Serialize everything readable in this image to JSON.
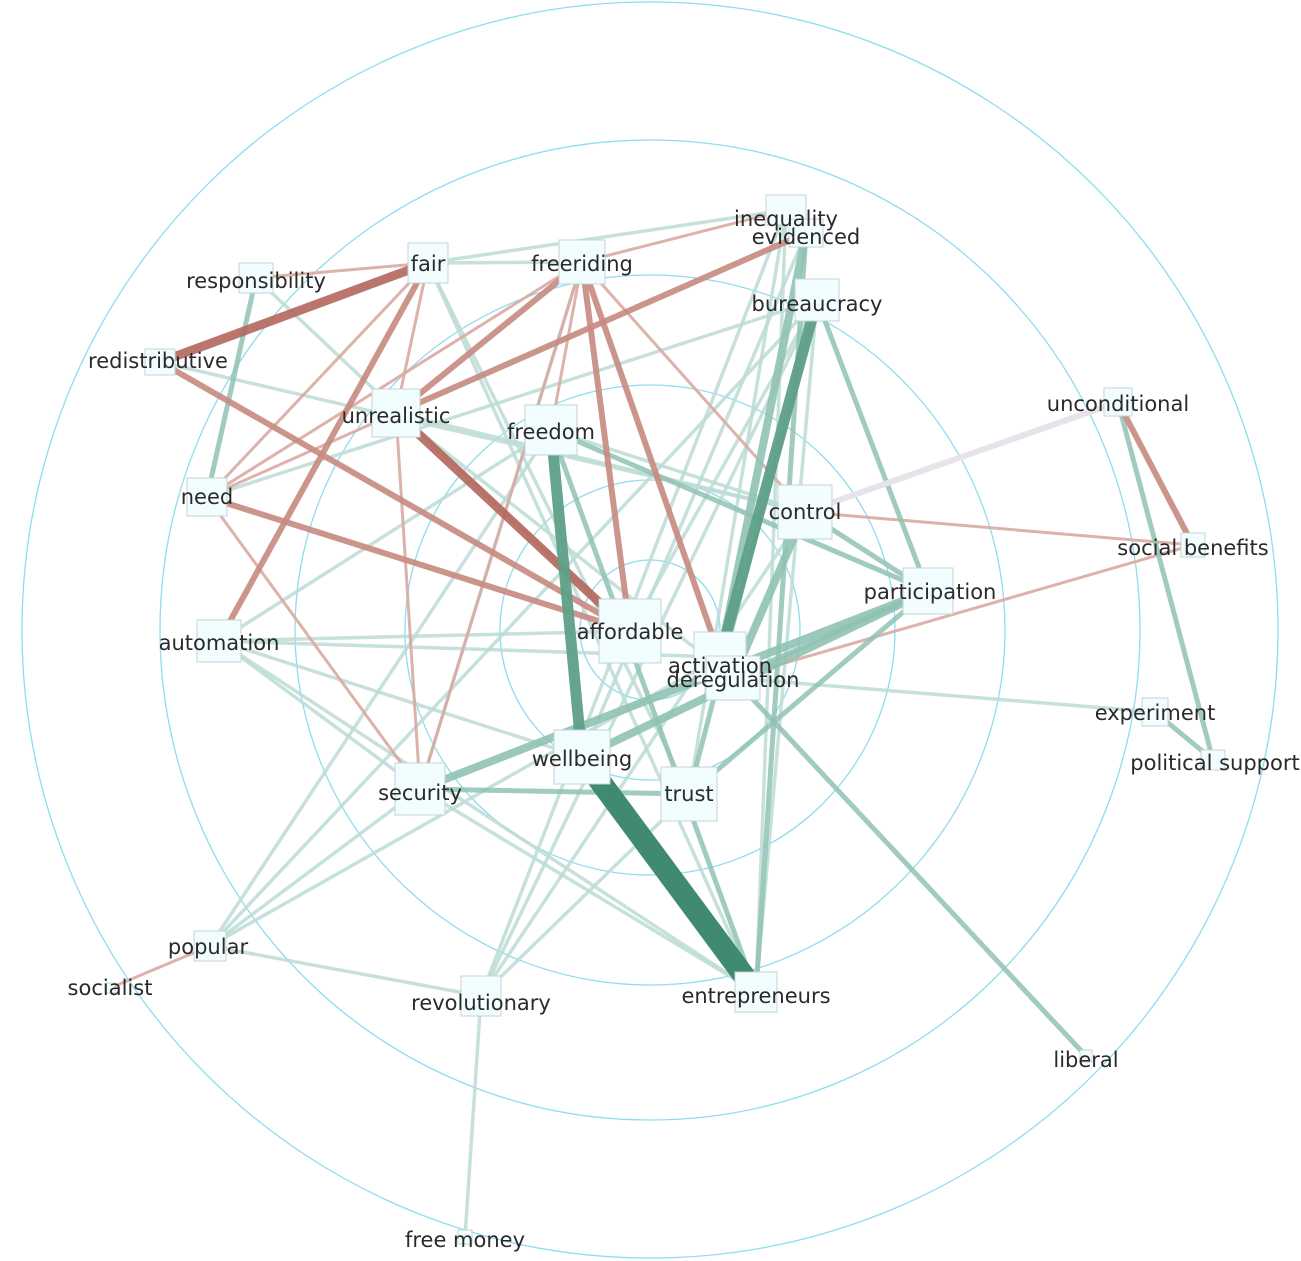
{
  "colors": {
    "positive_light": "#bcdcd5",
    "positive_mid": "#8fc2b3",
    "positive_dark": "#3f8a70",
    "negative_light": "#d9aaa2",
    "negative_mid": "#c68a80",
    "negative_dark": "#b2665c",
    "neutral": "#e8e3ea",
    "ring": "#8fdcf0"
  },
  "nodes": [
    {
      "id": "inequality",
      "label": "inequality"
    },
    {
      "id": "evidenced",
      "label": "evidenced"
    },
    {
      "id": "fair",
      "label": "fair"
    },
    {
      "id": "freeriding",
      "label": "freeriding"
    },
    {
      "id": "responsibility",
      "label": "responsibility"
    },
    {
      "id": "bureaucracy",
      "label": "bureaucracy"
    },
    {
      "id": "redistributive",
      "label": "redistributive"
    },
    {
      "id": "unconditional",
      "label": "unconditional"
    },
    {
      "id": "unrealistic",
      "label": "unrealistic"
    },
    {
      "id": "freedom",
      "label": "freedom"
    },
    {
      "id": "need",
      "label": "need"
    },
    {
      "id": "control",
      "label": "control"
    },
    {
      "id": "social_benefits",
      "label": "social benefits"
    },
    {
      "id": "participation",
      "label": "participation"
    },
    {
      "id": "affordable",
      "label": "affordable"
    },
    {
      "id": "automation",
      "label": "automation"
    },
    {
      "id": "activation",
      "label": "activation"
    },
    {
      "id": "deregulation",
      "label": "deregulation"
    },
    {
      "id": "experiment",
      "label": "experiment"
    },
    {
      "id": "political_support",
      "label": "political support"
    },
    {
      "id": "wellbeing",
      "label": "wellbeing"
    },
    {
      "id": "security",
      "label": "security"
    },
    {
      "id": "trust",
      "label": "trust"
    },
    {
      "id": "popular",
      "label": "popular"
    },
    {
      "id": "socialist",
      "label": "socialist"
    },
    {
      "id": "revolutionary",
      "label": "revolutionary"
    },
    {
      "id": "entrepreneurs",
      "label": "entrepreneurs"
    },
    {
      "id": "liberal",
      "label": "liberal"
    },
    {
      "id": "free_money",
      "label": "free money"
    }
  ],
  "edges": [
    {
      "source": "wellbeing",
      "target": "entrepreneurs",
      "sign": "positive",
      "weight": 5
    },
    {
      "source": "freedom",
      "target": "wellbeing",
      "sign": "positive",
      "weight": 4
    },
    {
      "source": "bureaucracy",
      "target": "activation",
      "sign": "positive",
      "weight": 4
    },
    {
      "source": "evidenced",
      "target": "activation",
      "sign": "positive",
      "weight": 3
    },
    {
      "source": "security",
      "target": "participation",
      "sign": "positive",
      "weight": 3
    },
    {
      "source": "wellbeing",
      "target": "participation",
      "sign": "positive",
      "weight": 3
    },
    {
      "source": "control",
      "target": "deregulation",
      "sign": "positive",
      "weight": 3
    },
    {
      "source": "unconditional",
      "target": "political_support",
      "sign": "positive",
      "weight": 2
    },
    {
      "source": "experiment",
      "target": "political_support",
      "sign": "positive",
      "weight": 2
    },
    {
      "source": "responsibility",
      "target": "need",
      "sign": "positive",
      "weight": 2
    },
    {
      "source": "trust",
      "target": "bureaucracy",
      "sign": "positive",
      "weight": 2
    },
    {
      "source": "security",
      "target": "trust",
      "sign": "positive",
      "weight": 2
    },
    {
      "source": "freedom",
      "target": "entrepreneurs",
      "sign": "positive",
      "weight": 2
    },
    {
      "source": "bureaucracy",
      "target": "participation",
      "sign": "positive",
      "weight": 2
    },
    {
      "source": "control",
      "target": "participation",
      "sign": "positive",
      "weight": 2
    },
    {
      "source": "deregulation",
      "target": "participation",
      "sign": "positive",
      "weight": 2
    },
    {
      "source": "trust",
      "target": "participation",
      "sign": "positive",
      "weight": 2
    },
    {
      "source": "deregulation",
      "target": "liberal",
      "sign": "positive",
      "weight": 2
    },
    {
      "source": "freedom",
      "target": "participation",
      "sign": "positive",
      "weight": 2
    },
    {
      "source": "evidenced",
      "target": "entrepreneurs",
      "sign": "positive",
      "weight": 2
    },
    {
      "source": "bureaucracy",
      "target": "revolutionary",
      "sign": "positive",
      "weight": 1
    },
    {
      "source": "evidenced",
      "target": "wellbeing",
      "sign": "positive",
      "weight": 1
    },
    {
      "source": "popular",
      "target": "activation",
      "sign": "positive",
      "weight": 1
    },
    {
      "source": "popular",
      "target": "revolutionary",
      "sign": "positive",
      "weight": 1
    },
    {
      "source": "revolutionary",
      "target": "free_money",
      "sign": "positive",
      "weight": 1
    },
    {
      "source": "automation",
      "target": "wellbeing",
      "sign": "positive",
      "weight": 1
    },
    {
      "source": "automation",
      "target": "entrepreneurs",
      "sign": "positive",
      "weight": 1
    },
    {
      "source": "automation",
      "target": "affordable",
      "sign": "positive",
      "weight": 1
    },
    {
      "source": "automation",
      "target": "security",
      "sign": "positive",
      "weight": 1
    },
    {
      "source": "automation",
      "target": "freedom",
      "sign": "positive",
      "weight": 1
    },
    {
      "source": "automation",
      "target": "activation",
      "sign": "positive",
      "weight": 1
    },
    {
      "source": "deregulation",
      "target": "experiment",
      "sign": "positive",
      "weight": 1
    },
    {
      "source": "fair",
      "target": "freeriding",
      "sign": "positive",
      "weight": 1
    },
    {
      "source": "fair",
      "target": "inequality",
      "sign": "positive",
      "weight": 1
    },
    {
      "source": "fair",
      "target": "trust",
      "sign": "positive",
      "weight": 1
    },
    {
      "source": "responsibility",
      "target": "affordable",
      "sign": "positive",
      "weight": 1
    },
    {
      "source": "redistributive",
      "target": "control",
      "sign": "positive",
      "weight": 1
    },
    {
      "source": "need",
      "target": "bureaucracy",
      "sign": "positive",
      "weight": 1
    },
    {
      "source": "unrealistic",
      "target": "control",
      "sign": "positive",
      "weight": 1
    },
    {
      "source": "freedom",
      "target": "control",
      "sign": "positive",
      "weight": 1
    },
    {
      "source": "freedom",
      "target": "popular",
      "sign": "positive",
      "weight": 1
    },
    {
      "source": "security",
      "target": "popular",
      "sign": "positive",
      "weight": 1
    },
    {
      "source": "security",
      "target": "entrepreneurs",
      "sign": "positive",
      "weight": 1
    },
    {
      "source": "security",
      "target": "freeriding",
      "sign": "positive",
      "weight": 1
    },
    {
      "source": "trust",
      "target": "revolutionary",
      "sign": "positive",
      "weight": 1
    },
    {
      "source": "entrepreneurs",
      "target": "bureaucracy",
      "sign": "positive",
      "weight": 1
    },
    {
      "source": "entrepreneurs",
      "target": "inequality",
      "sign": "positive",
      "weight": 1
    },
    {
      "source": "revolutionary",
      "target": "inequality",
      "sign": "positive",
      "weight": 1
    },
    {
      "source": "revolutionary",
      "target": "control",
      "sign": "positive",
      "weight": 1
    },
    {
      "source": "popular",
      "target": "bureaucracy",
      "sign": "positive",
      "weight": 1
    },
    {
      "source": "unrealistic",
      "target": "deregulation",
      "sign": "positive",
      "weight": 1
    },
    {
      "source": "fair",
      "target": "entrepreneurs",
      "sign": "positive",
      "weight": 1
    },
    {
      "source": "affordable",
      "target": "bureaucracy",
      "sign": "positive",
      "weight": 1
    },
    {
      "source": "trust",
      "target": "inequality",
      "sign": "positive",
      "weight": 1
    },
    {
      "source": "unrealistic",
      "target": "freeriding",
      "sign": "negative",
      "weight": 2
    },
    {
      "source": "redistributive",
      "target": "fair",
      "sign": "negative",
      "weight": 3
    },
    {
      "source": "unrealistic",
      "target": "affordable",
      "sign": "negative",
      "weight": 3
    },
    {
      "source": "unrealistic",
      "target": "evidenced",
      "sign": "negative",
      "weight": 2
    },
    {
      "source": "freeriding",
      "target": "activation",
      "sign": "negative",
      "weight": 2
    },
    {
      "source": "freeriding",
      "target": "affordable",
      "sign": "negative",
      "weight": 2
    },
    {
      "source": "need",
      "target": "affordable",
      "sign": "negative",
      "weight": 2
    },
    {
      "source": "redistributive",
      "target": "affordable",
      "sign": "negative",
      "weight": 2
    },
    {
      "source": "fair",
      "target": "automation",
      "sign": "negative",
      "weight": 2
    },
    {
      "source": "unconditional",
      "target": "social_benefits",
      "sign": "negative",
      "weight": 2
    },
    {
      "source": "fair",
      "target": "need",
      "sign": "negative",
      "weight": 1
    },
    {
      "source": "fair",
      "target": "responsibility",
      "sign": "negative",
      "weight": 1
    },
    {
      "source": "fair",
      "target": "unrealistic",
      "sign": "negative",
      "weight": 1
    },
    {
      "source": "need",
      "target": "freeriding",
      "sign": "negative",
      "weight": 1
    },
    {
      "source": "need",
      "target": "security",
      "sign": "negative",
      "weight": 1
    },
    {
      "source": "unrealistic",
      "target": "security",
      "sign": "negative",
      "weight": 1
    },
    {
      "source": "freeriding",
      "target": "security",
      "sign": "negative",
      "weight": 1
    },
    {
      "source": "freeriding",
      "target": "control",
      "sign": "negative",
      "weight": 1
    },
    {
      "source": "freeriding",
      "target": "freedom",
      "sign": "negative",
      "weight": 1
    },
    {
      "source": "freeriding",
      "target": "inequality",
      "sign": "negative",
      "weight": 1
    },
    {
      "source": "social_benefits",
      "target": "control",
      "sign": "negative",
      "weight": 1
    },
    {
      "source": "social_benefits",
      "target": "deregulation",
      "sign": "negative",
      "weight": 1
    },
    {
      "source": "need",
      "target": "unrealistic",
      "sign": "negative",
      "weight": 1
    },
    {
      "source": "popular",
      "target": "socialist",
      "sign": "negative",
      "weight": 1
    },
    {
      "source": "control",
      "target": "unconditional",
      "sign": "neutral",
      "weight": 2
    }
  ]
}
